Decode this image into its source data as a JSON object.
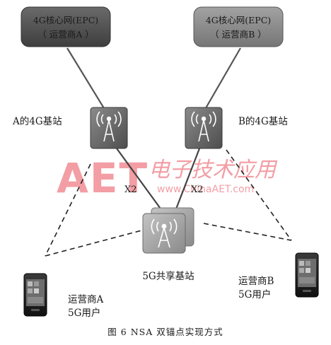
{
  "epc_a": {
    "line1": "4G核心网(EPC)",
    "line2": "（ 运营商A ）"
  },
  "epc_b": {
    "line1": "4G核心网(EPC)",
    "line2": "（ 运营商B ）"
  },
  "bs_a_label": "A的4G基站",
  "bs_b_label": "B的4G基站",
  "x2_left": "X2",
  "x2_right": "X2",
  "shared_5g_label": "5G共享基站",
  "user_a": {
    "line1": "运营商A",
    "line2": "5G用户"
  },
  "user_b": {
    "line1": "运营商B",
    "line2": "5G用户"
  },
  "caption": "图 6   NSA 双锚点实现方式",
  "watermark": {
    "logo": "AET",
    "cn": "电子技术应用",
    "url": "www.ChinaAET.com"
  },
  "colors": {
    "epc_a_fill": "#555555",
    "epc_b_fill": "#8c8c8c",
    "station_fill": "#6e6e6e",
    "shared_fill": "#9a9a9a",
    "watermark_red": "#e8505b"
  },
  "icons": {
    "base_station": "radio-tower-icon",
    "shared_station": "antenna-icon",
    "phone": "smartphone-icon"
  }
}
